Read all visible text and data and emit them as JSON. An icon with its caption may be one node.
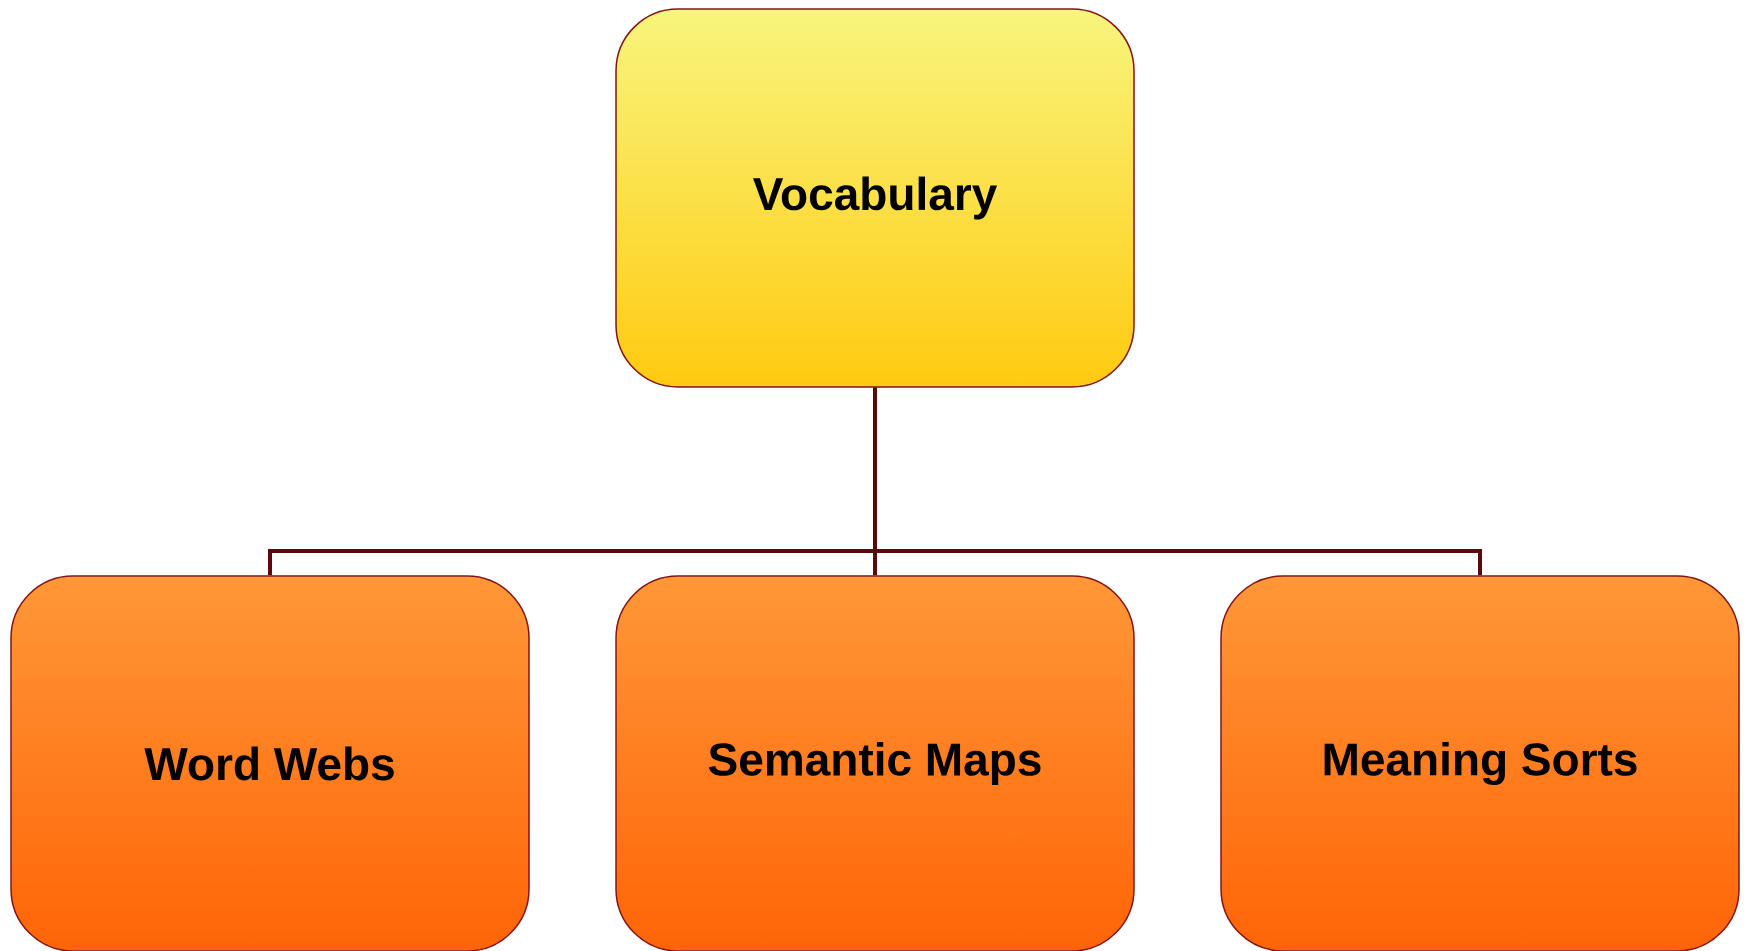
{
  "diagram": {
    "nodes": [
      {
        "text": [
          "Vocabulary"
        ]
      },
      {
        "text": [
          "Word Webs"
        ]
      },
      {
        "text": [
          "Semantic Maps"
        ]
      },
      {
        "text": [
          "Meaning Sorts"
        ]
      }
    ],
    "edges": [
      {
        "from": 0,
        "to": 1,
        "arrow": "none"
      },
      {
        "from": 0,
        "to": 2,
        "arrow": "none"
      },
      {
        "from": 0,
        "to": 3,
        "arrow": "none"
      }
    ]
  }
}
